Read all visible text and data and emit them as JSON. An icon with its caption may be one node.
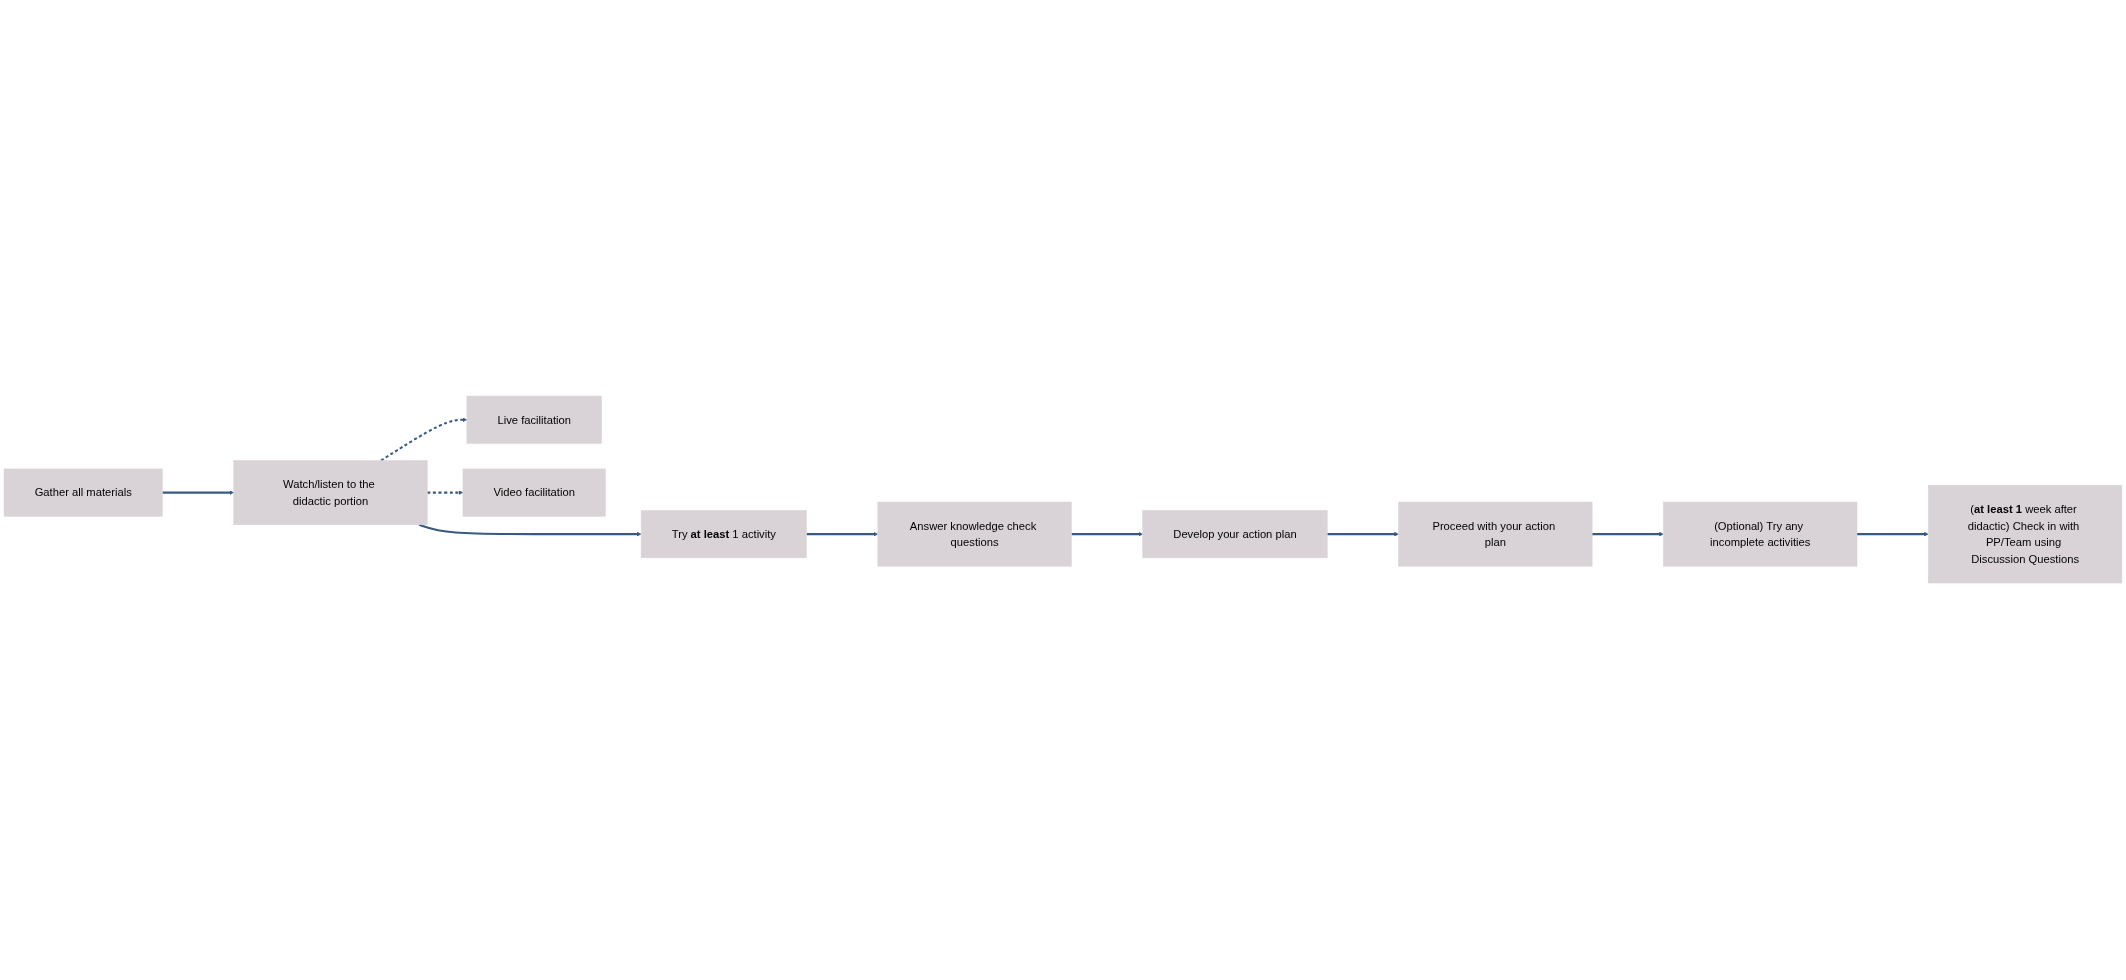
{
  "diagram": {
    "nodes": [
      {
        "text": [
          "Gather all materials"
        ]
      },
      {
        "text": [
          "Watch/listen to the didactic portion"
        ]
      },
      {
        "text": [
          "Try **at least** 1 activity"
        ]
      },
      {
        "text": [
          "Answer knowledge check questions"
        ]
      },
      {
        "text": [
          "Live facilitation"
        ]
      },
      {
        "text": [
          "Video facilitation"
        ]
      },
      {
        "text": [
          "Develop your action plan"
        ]
      },
      {
        "text": [
          "(**at least 1** week after didactic) Check in with PP/Team using Discussion Questions"
        ]
      },
      {
        "text": [
          "(Optional) Try any incomplete activities"
        ]
      },
      {
        "text": [
          "Proceed with your action plan"
        ]
      }
    ],
    "edges": [
      {
        "from": 0,
        "to": 1,
        "arrow": "to"
      },
      {
        "from": 1,
        "to": 2,
        "arrow": "to"
      },
      {
        "from": 2,
        "to": 3,
        "arrow": "to"
      },
      {
        "from": 1,
        "to": 4,
        "arrow": "to",
        "style": "dashed"
      },
      {
        "from": 1,
        "to": 5,
        "arrow": "to",
        "style": "dashed"
      },
      {
        "from": 3,
        "to": 6,
        "arrow": "to"
      },
      {
        "from": 6,
        "to": 9,
        "arrow": "to"
      },
      {
        "from": 9,
        "to": 8,
        "arrow": "to"
      },
      {
        "from": 8,
        "to": 7,
        "arrow": "to"
      }
    ]
  }
}
